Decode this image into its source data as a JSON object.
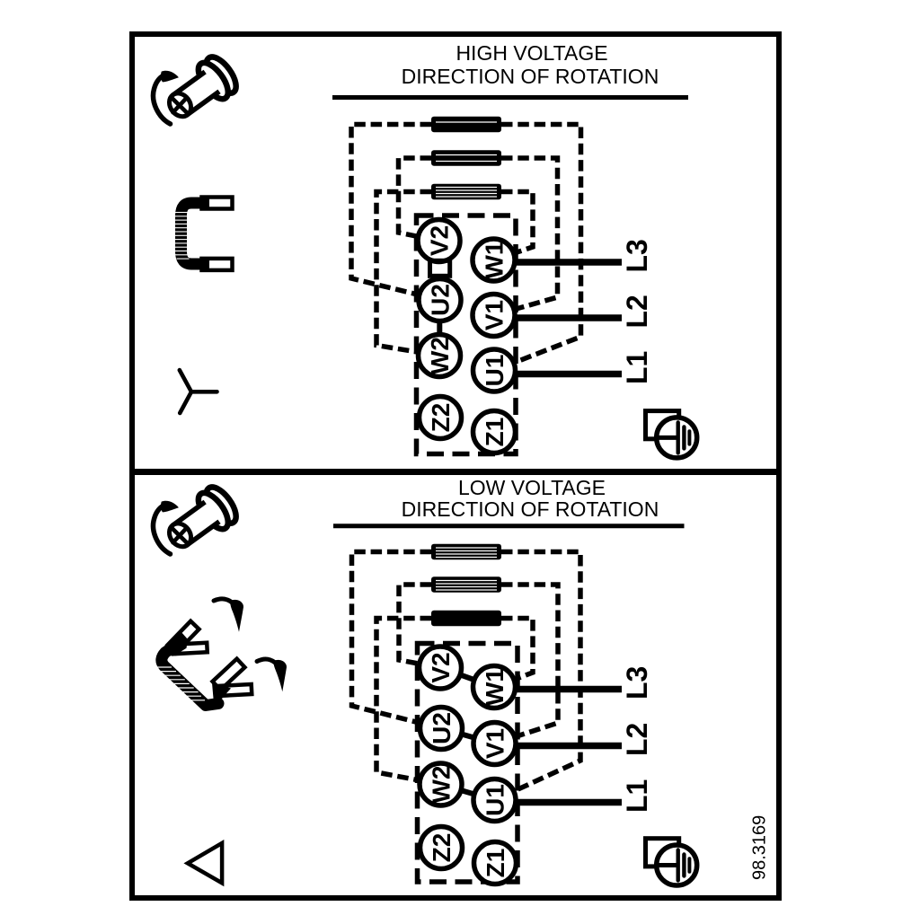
{
  "document": {
    "type": "motor-terminal-wiring-diagram",
    "background_color": "#ffffff",
    "ink_color": "#000000",
    "drawing_number": "98.3169"
  },
  "sections": [
    {
      "id": "high-voltage",
      "title_line1": "HIGH VOLTAGE",
      "title_line2": "DIRECTION OF ROTATION",
      "connection": "star",
      "terminals": {
        "left": [
          "V2",
          "U2",
          "W2",
          "Z2"
        ],
        "right": [
          "W1",
          "V1",
          "U1",
          "Z1"
        ]
      },
      "supply_lines": [
        "L3",
        "L2",
        "L1"
      ],
      "icons": [
        "screw-rotation-icon",
        "jumper-link-icon",
        "star-symbol-icon",
        "ground-screw-icon"
      ]
    },
    {
      "id": "low-voltage",
      "title_line1": "LOW VOLTAGE",
      "title_line2": "DIRECTION OF ROTATION",
      "connection": "delta",
      "terminals": {
        "left": [
          "V2",
          "U2",
          "W2",
          "Z2"
        ],
        "right": [
          "W1",
          "V1",
          "U1",
          "Z1"
        ]
      },
      "supply_lines": [
        "L3",
        "L2",
        "L1"
      ],
      "icons": [
        "screw-rotation-icon",
        "delta-jumpers-icon",
        "delta-symbol-icon",
        "ground-screw-icon"
      ]
    }
  ]
}
